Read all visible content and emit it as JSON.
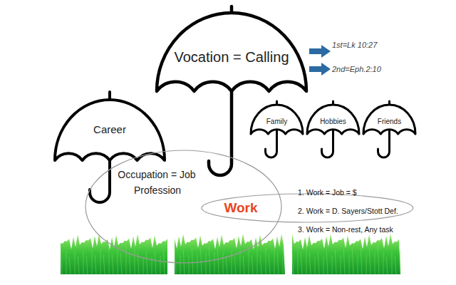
{
  "diagram": {
    "nodes": [
      {
        "text": [
          "Vocation = Calling"
        ]
      },
      {
        "text": [
          "Career"
        ]
      },
      {
        "text": [
          "Family"
        ]
      },
      {
        "text": [
          "Hobbies"
        ]
      },
      {
        "text": [
          "Friends"
        ]
      },
      {
        "text": [
          "Occupation = Job",
          "Profession"
        ]
      },
      {
        "text": [
          "Work"
        ]
      }
    ],
    "labels": [
      "1st=Lk 10:27",
      "2nd=Eph.2:10",
      "1. Work = Job = $",
      "2. Work = D. Sayers/Stott Def.",
      "3. Work = Non-rest, Any task"
    ]
  }
}
